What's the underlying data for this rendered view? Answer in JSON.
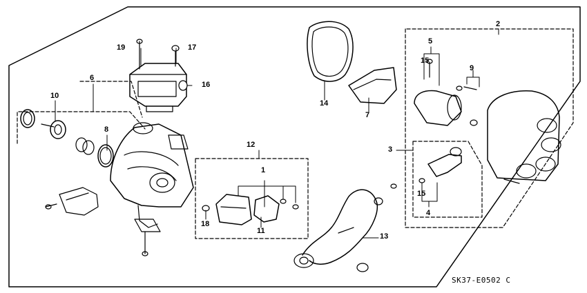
{
  "diagram": {
    "drawing_code": "SK37-E0502",
    "drawing_suffix": "C",
    "callouts": {
      "c1": "1",
      "c2": "2",
      "c3": "3",
      "c4": "4",
      "c5": "5",
      "c6": "6",
      "c7": "7",
      "c8": "8",
      "c10": "10",
      "c11": "11",
      "c12": "12",
      "c13": "13",
      "c14": "14",
      "c15a": "15",
      "c15b": "15",
      "c16": "16",
      "c17": "17",
      "c18": "18",
      "c19": "19"
    }
  }
}
